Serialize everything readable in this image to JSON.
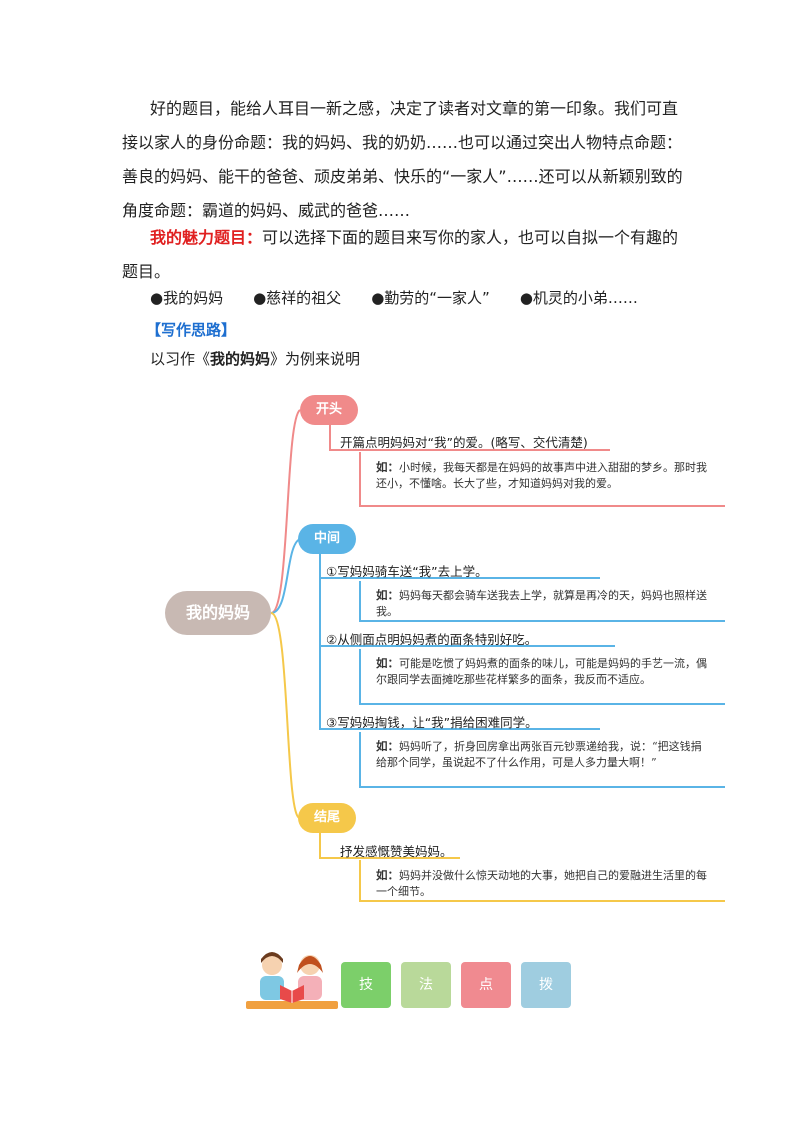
{
  "intro": {
    "paragraph": "好的题目，能给人耳目一新之感，决定了读者对文章的第一印象。我们可直接以家人的身份命题：我的妈妈、我的奶奶……也可以通过突出人物特点命题：善良的妈妈、能干的爸爸、顽皮弟弟、快乐的“一家人”……还可以从新颖别致的角度命题：霸道的妈妈、威武的爸爸……",
    "charm_label": "我的魅力题目：",
    "charm_text": "可以选择下面的题目来写你的家人，也可以自拟一个有趣的题目。"
  },
  "options": [
    "●我的妈妈",
    "●慈祥的祖父",
    "●勤劳的“一家人”",
    "●机灵的小弟……"
  ],
  "section_heading": "【写作思路】",
  "example_intro": {
    "prefix": "以习作《",
    "title": "我的妈妈",
    "suffix": "》为例来说明"
  },
  "mindmap": {
    "root": "我的妈妈",
    "colors": {
      "root": "#c8b9b3",
      "opening": "#f08a8a",
      "middle": "#5ab4e6",
      "ending": "#f5c84a"
    },
    "opening": {
      "label": "开头",
      "point": "开篇点明妈妈对“我”的爱。(略写、交代清楚)",
      "example_prefix": "如：",
      "example": "小时候，我每天都是在妈妈的故事声中进入甜甜的梦乡。那时我还小，不懂啥。长大了些，才知道妈妈对我的爱。"
    },
    "middle": {
      "label": "中间",
      "points": [
        {
          "point": "①写妈妈骑车送“我”去上学。",
          "example_prefix": "如：",
          "example": "妈妈每天都会骑车送我去上学，就算是再冷的天，妈妈也照样送我。"
        },
        {
          "point": "②从侧面点明妈妈煮的面条特别好吃。",
          "example_prefix": "如：",
          "example": "可能是吃惯了妈妈煮的面条的味儿，可能是妈妈的手艺一流，偶尔跟同学去面摊吃那些花样繁多的面条，我反而不适应。"
        },
        {
          "point": "③写妈妈掏钱，让“我”捐给困难同学。",
          "example_prefix": "如：",
          "example": "妈妈听了，折身回房拿出两张百元钞票递给我，说：“把这钱捐给那个同学，虽说起不了什么作用，可是人多力量大啊！”"
        }
      ]
    },
    "ending": {
      "label": "结尾",
      "point": "抒发感慨赞美妈妈。",
      "example_prefix": "如：",
      "example": "妈妈并没做什么惊天动地的大事，她把自己的爱融进生活里的每一个细节。"
    }
  },
  "tips_buttons": [
    {
      "label": "技",
      "color": "#7ccf6a"
    },
    {
      "label": "法",
      "color": "#b9d99a"
    },
    {
      "label": "点",
      "color": "#f08a90"
    },
    {
      "label": "拨",
      "color": "#9fcde0"
    }
  ]
}
